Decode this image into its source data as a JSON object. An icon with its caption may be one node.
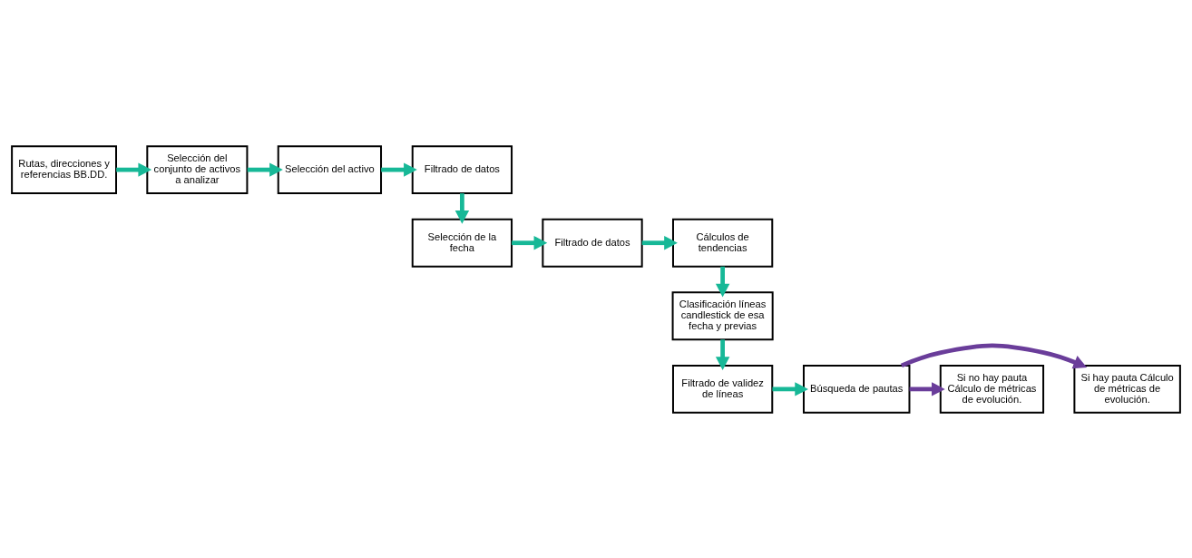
{
  "diagram": {
    "nodes": [
      {
        "text": [
          "Rutas, direcciones y referencias BB.DD."
        ]
      },
      {
        "text": [
          "Selección del conjunto de activos a analizar"
        ]
      },
      {
        "text": [
          "Selección del activo"
        ]
      },
      {
        "text": [
          "Filtrado de datos"
        ]
      },
      {
        "text": [
          "Selección de la fecha"
        ]
      },
      {
        "text": [
          "Filtrado de datos"
        ]
      },
      {
        "text": [
          "Cálculos de tendencias"
        ]
      },
      {
        "text": [
          "Clasificación líneas candlestick de esa fecha y previas"
        ]
      },
      {
        "text": [
          "Filtrado de validez de líneas"
        ]
      },
      {
        "text": [
          "Búsqueda de pautas"
        ]
      },
      {
        "text": [
          "Si hay pauta Cálculo de métricas de evolución."
        ]
      },
      {
        "text": [
          "Si no hay pauta Cálculo de métricas de evolución."
        ]
      }
    ],
    "edges": [
      {
        "from": 0,
        "to": 1,
        "arrow": "to"
      },
      {
        "from": 1,
        "to": 2,
        "arrow": "to"
      },
      {
        "from": 2,
        "to": 3,
        "arrow": "to"
      },
      {
        "from": 3,
        "to": 4,
        "arrow": "to"
      },
      {
        "from": 4,
        "to": 5,
        "arrow": "to"
      },
      {
        "from": 5,
        "to": 6,
        "arrow": "to"
      },
      {
        "from": 6,
        "to": 7,
        "arrow": "to"
      },
      {
        "from": 7,
        "to": 8,
        "arrow": "to"
      },
      {
        "from": 8,
        "to": 9,
        "arrow": "to"
      },
      {
        "from": 9,
        "to": 10,
        "arrow": "to",
        "color": "#6a3d9a"
      },
      {
        "from": 9,
        "to": 11,
        "arrow": "to",
        "color": "#6a3d9a"
      }
    ]
  }
}
